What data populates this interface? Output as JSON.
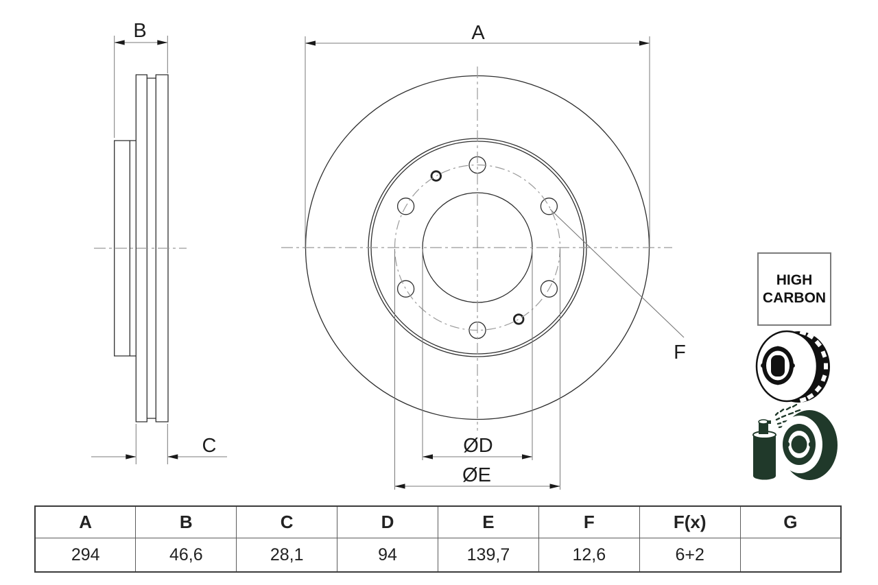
{
  "drawing": {
    "dim_labels": {
      "a": "A",
      "b": "B",
      "c": "C",
      "d": "ØD",
      "e": "ØE",
      "f": "F"
    }
  },
  "badge": {
    "line1": "HIGH",
    "line2": "CARBON"
  },
  "icons": {
    "vented_disc": "vented-brake-disc-icon",
    "spray": "spray-coated-disc-icon"
  },
  "colors": {
    "outline": "#2e2e2e",
    "dimension_line": "#a5a5a5",
    "extension_line": "#777777",
    "centerline": "#999999",
    "arrowhead": "#1a1a1a",
    "accent_green": "#20392a"
  },
  "table": {
    "headers": [
      "A",
      "B",
      "C",
      "D",
      "E",
      "F",
      "F(x)",
      "G"
    ],
    "values": [
      "294",
      "46,6",
      "28,1",
      "94",
      "139,7",
      "12,6",
      "6+2",
      ""
    ]
  }
}
